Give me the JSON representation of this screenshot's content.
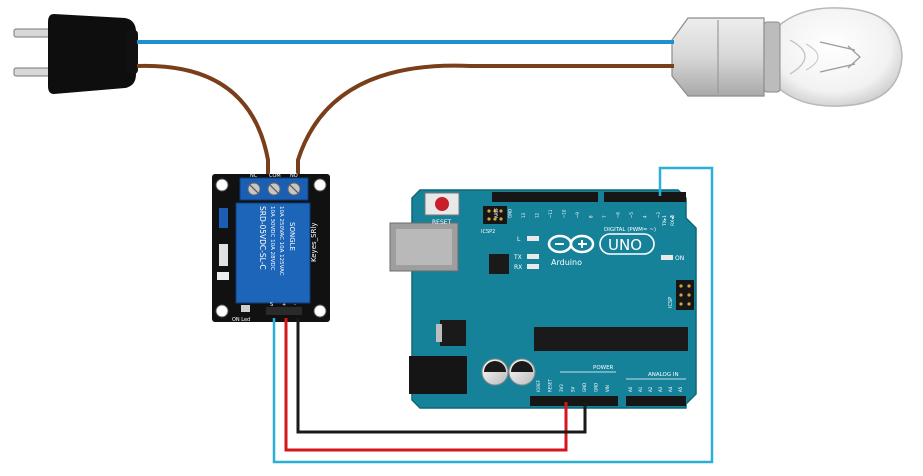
{
  "relay": {
    "terminal_labels": [
      "NC",
      "COM",
      "NO"
    ],
    "brand": "Keyes_SRly",
    "relay_label": "SRD-05VDC-SL-C",
    "relay_brand": "SONGLE",
    "relay_ratings": [
      "10A 250VAC  10A 125VAC",
      "10A 30VDC  10A 28VDC"
    ],
    "led_label": "ON  Led",
    "pin_labels": [
      "S",
      "+",
      "-"
    ]
  },
  "arduino": {
    "reset_label": "RESET",
    "icsp2_label": "ICSP2",
    "led_l": "L",
    "led_tx": "TX",
    "led_rx": "RX",
    "logo_text": "UNO",
    "brand": "Arduino",
    "on_label": "ON",
    "icsp_label": "ICSP",
    "digital_label": "DIGITAL (PWM= ~)",
    "power_label": "POWER",
    "analog_label": "ANALOG IN",
    "tx_label": "TX▸1",
    "rx_label": "RX◂0",
    "top_pins": [
      "AREF",
      "GND",
      "13",
      "12",
      "~11",
      "~10",
      "~9",
      "8",
      "7",
      "~6",
      "~5",
      "4",
      "~3",
      "2"
    ],
    "power_pins": [
      "IOREF",
      "RESET",
      "3V3",
      "5V",
      "GND",
      "GND",
      "VIN"
    ],
    "analog_pins": [
      "A0",
      "A1",
      "A2",
      "A3",
      "A4",
      "A5"
    ]
  },
  "colors": {
    "wire_blue": "#1f8fd0",
    "wire_brown": "#7a3f1a",
    "wire_red": "#d6161d",
    "wire_black": "#1a1a1a",
    "wire_cyan": "#2ab0d6",
    "board_teal": "#16829a",
    "relay_black": "#111111",
    "relay_blue": "#1a5fb4"
  },
  "icons": {
    "plug": "power-plug-icon",
    "bulb": "light-bulb-icon",
    "relay_module": "relay-module",
    "arduino_board": "arduino-uno-board"
  }
}
